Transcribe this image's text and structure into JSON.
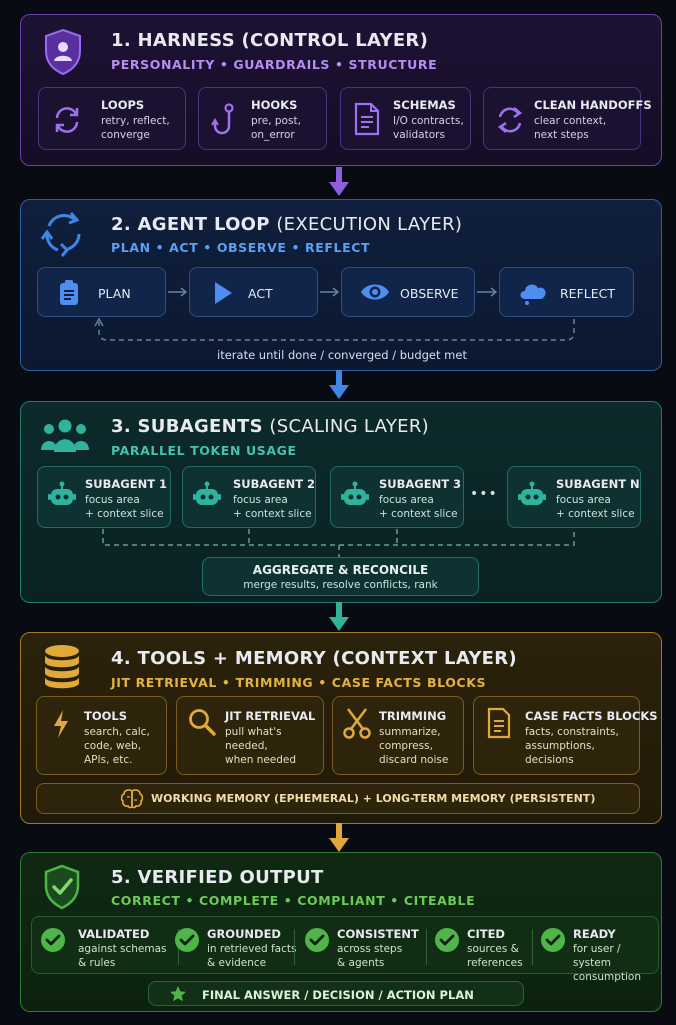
{
  "layers": {
    "harness": {
      "title": "1. HARNESS (CONTROL LAYER)",
      "subtitle": "PERSONALITY • GUARDRAILS • STRUCTURE",
      "icon": "shield-user-icon",
      "cards": [
        {
          "title": "LOOPS",
          "desc": "retry, reflect,\nconverge",
          "icon": "refresh-icon"
        },
        {
          "title": "HOOKS",
          "desc": "pre, post,\non_error",
          "icon": "hook-icon"
        },
        {
          "title": "SCHEMAS",
          "desc": "I/O contracts,\nvalidators",
          "icon": "document-icon"
        },
        {
          "title": "CLEAN HANDOFFS",
          "desc": "clear context,\nnext steps",
          "icon": "swap-icon"
        }
      ]
    },
    "agent_loop": {
      "title_main": "2. AGENT LOOP",
      "title_sub": "(EXECUTION LAYER)",
      "subtitle": "PLAN • ACT • OBSERVE • REFLECT",
      "icon": "cycle-icon",
      "steps": [
        {
          "label": "PLAN",
          "icon": "clipboard-icon"
        },
        {
          "label": "ACT",
          "icon": "play-icon"
        },
        {
          "label": "OBSERVE",
          "icon": "eye-icon"
        },
        {
          "label": "REFLECT",
          "icon": "cloud-icon"
        }
      ],
      "loop_caption": "iterate until done / converged / budget met"
    },
    "subagents": {
      "title_main": "3. SUBAGENTS",
      "title_sub": "(SCALING LAYER)",
      "subtitle": "PARALLEL TOKEN USAGE",
      "icon": "team-icon",
      "agents": [
        {
          "title": "SUBAGENT 1",
          "desc": "focus area\n+ context slice"
        },
        {
          "title": "SUBAGENT 2",
          "desc": "focus area\n+ context slice"
        },
        {
          "title": "SUBAGENT 3",
          "desc": "focus area\n+ context slice"
        },
        {
          "title": "SUBAGENT N",
          "desc": "focus area\n+ context slice"
        }
      ],
      "ellipsis": "•••",
      "aggregate_title": "AGGREGATE & RECONCILE",
      "aggregate_desc": "merge results, resolve conflicts, rank"
    },
    "tools_memory": {
      "title": "4. TOOLS + MEMORY (CONTEXT LAYER)",
      "subtitle": "JIT RETRIEVAL • TRIMMING • CASE FACTS BLOCKS",
      "icon": "database-icon",
      "cards": [
        {
          "title": "TOOLS",
          "desc": "search, calc,\ncode, web,\nAPIs, etc.",
          "icon": "lightning-icon"
        },
        {
          "title": "JIT RETRIEVAL",
          "desc": "pull what's needed,\nwhen needed",
          "icon": "magnifier-icon"
        },
        {
          "title": "TRIMMING",
          "desc": "summarize,\ncompress,\ndiscard noise",
          "icon": "scissors-icon"
        },
        {
          "title": "CASE FACTS BLOCKS",
          "desc": "facts, constraints,\nassumptions,\ndecisions",
          "icon": "notes-icon"
        }
      ],
      "memory_bar": "WORKING MEMORY (EPHEMERAL) + LONG-TERM MEMORY (PERSISTENT)"
    },
    "verified": {
      "title": "5. VERIFIED OUTPUT",
      "subtitle": "CORRECT • COMPLETE • COMPLIANT • CITEABLE",
      "icon": "shield-check-icon",
      "checks": [
        {
          "title": "VALIDATED",
          "desc": "against schemas\n& rules"
        },
        {
          "title": "GROUNDED",
          "desc": "in retrieved facts\n& evidence"
        },
        {
          "title": "CONSISTENT",
          "desc": "across steps\n& agents"
        },
        {
          "title": "CITED",
          "desc": "sources &\nreferences"
        },
        {
          "title": "READY",
          "desc": "for user / system\nconsumption"
        }
      ],
      "final": "FINAL ANSWER / DECISION / ACTION PLAN"
    }
  },
  "colors": {
    "harness": "#8e5de0",
    "agent_loop": "#3f86e8",
    "subagents": "#2fb39c",
    "tools_memory": "#e1a93a",
    "verified": "#4fb548"
  }
}
